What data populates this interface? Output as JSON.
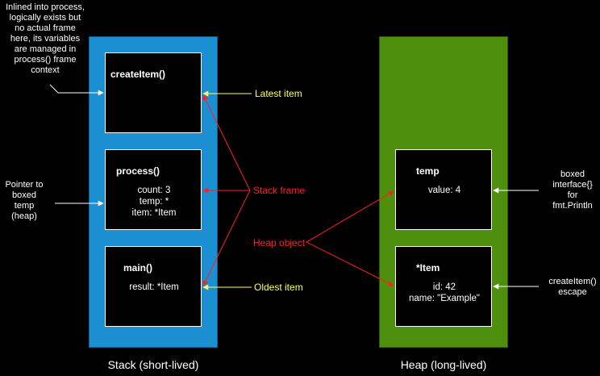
{
  "stack": {
    "label": "Stack (short-lived)",
    "frames": [
      {
        "title": "createItem()",
        "lines": []
      },
      {
        "title": "process()",
        "lines": [
          "count: 3",
          "temp: *",
          "item: *Item"
        ]
      },
      {
        "title": "main()",
        "lines": [
          "result: *Item"
        ]
      }
    ]
  },
  "heap": {
    "label": "Heap (long-lived)",
    "objects": [
      {
        "title": "temp",
        "lines": [
          "value: 4"
        ]
      },
      {
        "title": "*Item",
        "lines": [
          "id: 42",
          "name: \"Example\""
        ]
      }
    ]
  },
  "notes": {
    "inlined": [
      "Inlined into process,",
      "logically exists but",
      "no actual frame",
      "here, its variables",
      "are managed in",
      "process() frame",
      "context"
    ],
    "pointer": [
      "Pointer to",
      "boxed",
      "temp",
      "(heap)"
    ],
    "boxed": [
      "boxed",
      "interface{}",
      "for",
      "fmt.Println"
    ],
    "escape": [
      "createItem()",
      "escape"
    ]
  },
  "labels": {
    "latest": "Latest item",
    "oldest": "Oldest item",
    "stack_frame": "Stack frame",
    "heap_object": "Heap object"
  },
  "colors": {
    "stack": "#1b8fd1",
    "heap": "#4e8f0d",
    "label_yellow": "#ffff66",
    "arrow_red": "#ff2020"
  }
}
